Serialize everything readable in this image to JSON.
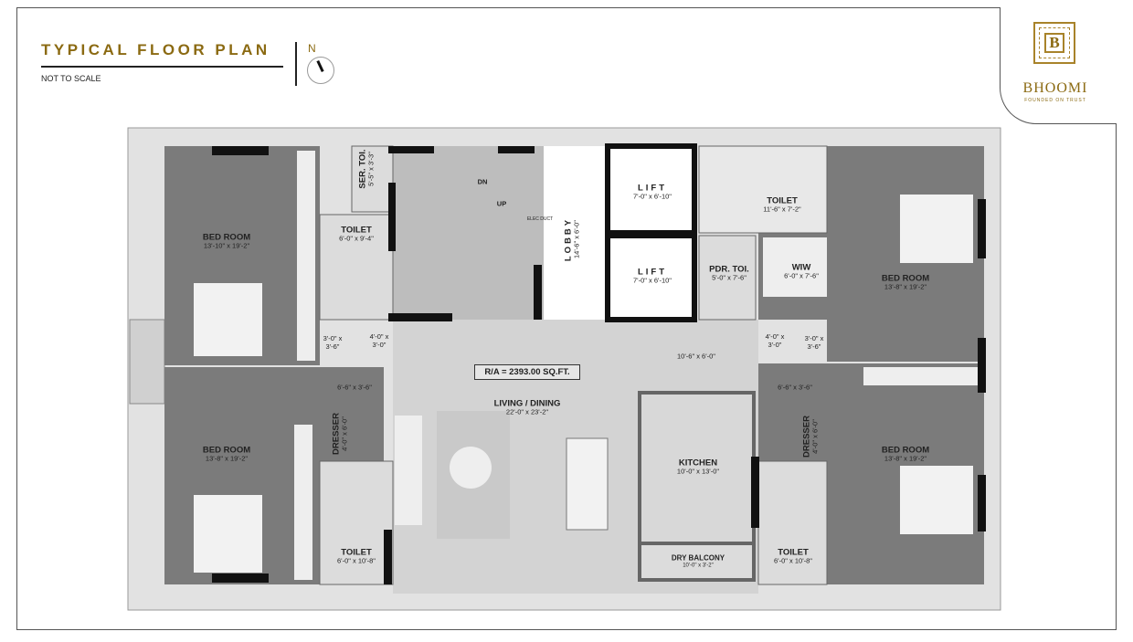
{
  "header": {
    "title": "TYPICAL FLOOR PLAN",
    "subtitle": "NOT TO SCALE",
    "north": "N"
  },
  "brand": {
    "logo_letter": "B",
    "name": "BHOOMI",
    "tagline": "FOUNDED ON TRUST",
    "color": "#8b6a12"
  },
  "area": "R/A = 2393.00 SQ.FT.",
  "rooms": {
    "bed_tl": {
      "name": "BED ROOM",
      "dim": "13'-10\" x 19'-2\""
    },
    "ser_toi": {
      "name": "SER. TOI.",
      "dim": "5'-5\" x 3'-3\""
    },
    "toilet_tl": {
      "name": "TOILET",
      "dim": "6'-0\" x 9'-4\""
    },
    "lobby": {
      "name": "LOBBY",
      "dim": "14'-6\" x 6'-0\""
    },
    "lift1": {
      "name": "LIFT",
      "dim": "7'-0\" x 6'-10\""
    },
    "lift2": {
      "name": "LIFT",
      "dim": "7'-0\" x 6'-10\""
    },
    "toilet_tr": {
      "name": "TOILET",
      "dim": "11'-6\" x 7'-2\""
    },
    "pdr_toi": {
      "name": "PDR. TOI.",
      "dim": "5'-0\" x 7'-6\""
    },
    "wiw": {
      "name": "WIW",
      "dim": "6'-0\" x 7'-6\""
    },
    "bed_tr": {
      "name": "BED ROOM",
      "dim": "13'-8\" x 19'-2\""
    },
    "living": {
      "name": "LIVING / DINING",
      "dim": "22'-0\" x 23'-2\""
    },
    "bed_bl": {
      "name": "BED ROOM",
      "dim": "13'-8\" x 19'-2\""
    },
    "dresser_l": {
      "name": "DRESSER",
      "dim": "4'-0\" x 6'-0\""
    },
    "toilet_bl": {
      "name": "TOILET",
      "dim": "6'-0\" x 10'-8\""
    },
    "kitchen": {
      "name": "KITCHEN",
      "dim": "10'-0\" x 13'-0\""
    },
    "dry_balcony": {
      "name": "DRY BALCONY",
      "dim": "10'-0\" x 3'-2\""
    },
    "dresser_r": {
      "name": "DRESSER",
      "dim": "4'-0\" x 6'-0\""
    },
    "toilet_br": {
      "name": "TOILET",
      "dim": "6'-0\" x 10'-8\""
    },
    "bed_br": {
      "name": "BED ROOM",
      "dim": "13'-8\" x 19'-2\""
    }
  },
  "stair": {
    "dn": "DN",
    "up": "UP",
    "duct": "ELEC DUCT"
  },
  "passages": {
    "p1a": "3'-0\" x",
    "p1b": "3'-6\"",
    "p2a": "4'-0\" x",
    "p2b": "3'-0\"",
    "p3a": "4'-0\" x",
    "p3b": "3'-0\"",
    "p4a": "3'-0\" x",
    "p4b": "3'-6\"",
    "p5": "10'-6\" x 6'-0\"",
    "p6": "6'-6\" x 3'-6\"",
    "p7": "6'-6\" x 3'-6\""
  },
  "colors": {
    "slab": "#e2e2e2",
    "bedroom": "#7b7b7b",
    "living": "#d3d3d3",
    "wet": "#dcdcdc",
    "stair": "#bdbdbd",
    "wall": "#111111",
    "accent": "#8b6a12"
  }
}
